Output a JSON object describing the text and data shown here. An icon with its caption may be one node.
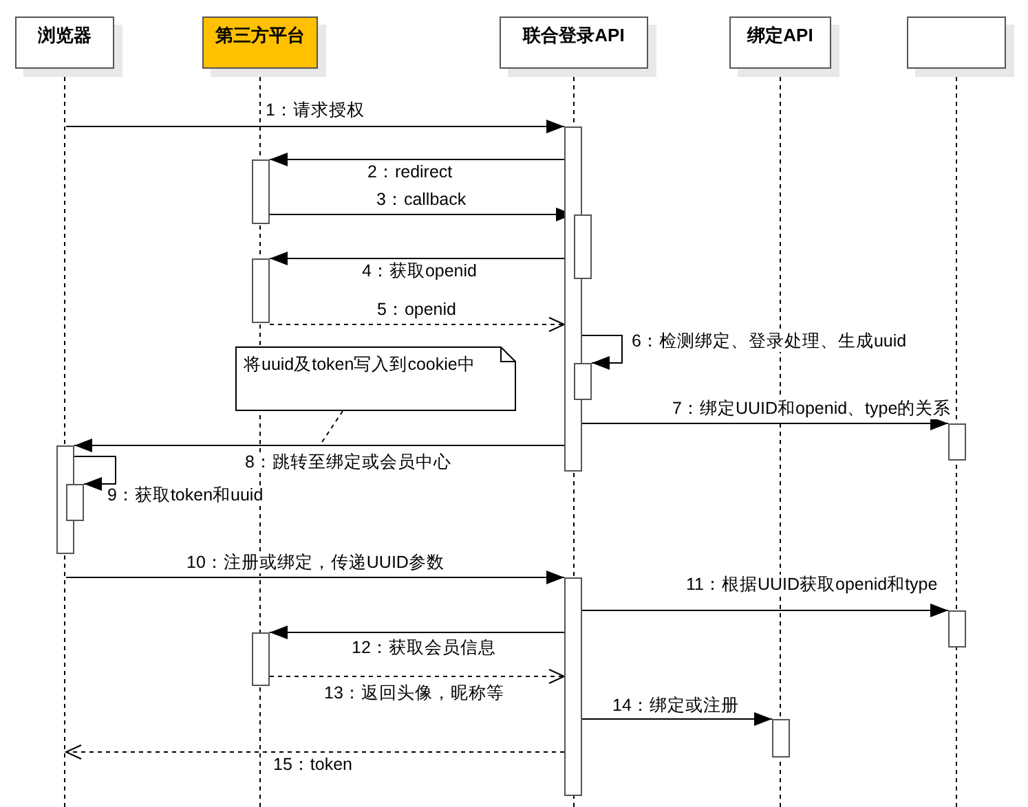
{
  "diagram": {
    "nodes": [
      {
        "text": [
          "浏览器"
        ]
      },
      {
        "text": [
          "第三方平台"
        ]
      },
      {
        "text": [
          "联合登录API"
        ]
      },
      {
        "text": [
          "绑定API"
        ]
      },
      {
        "text": [],
        "shape": "box"
      },
      {
        "text": [],
        "shape": "bar"
      },
      {
        "text": [],
        "shape": "bar"
      },
      {
        "text": [],
        "shape": "bar"
      },
      {
        "text": [],
        "shape": "bar"
      },
      {
        "text": [],
        "shape": "bar"
      },
      {
        "text": [],
        "shape": "bar"
      },
      {
        "text": [],
        "shape": "bar"
      },
      {
        "text": [],
        "shape": "bar"
      },
      {
        "text": [],
        "shape": "bar"
      },
      {
        "text": [],
        "shape": "bar"
      },
      {
        "text": [],
        "shape": "bar"
      },
      {
        "text": [],
        "shape": "bar"
      },
      {
        "text": [
          "将uuid及token写入到cookie中"
        ]
      }
    ],
    "edges": [
      {
        "from": null,
        "to": 5,
        "arrow": "to",
        "label": "1：请求授权"
      },
      {
        "from": 5,
        "to": 6,
        "arrow": "to",
        "label": "2：redirect"
      },
      {
        "from": 6,
        "to": 7,
        "arrow": "to",
        "label": "3：callback"
      },
      {
        "from": 7,
        "to": 8,
        "arrow": "to",
        "label": "4：获取openid"
      },
      {
        "from": 8,
        "to": 5,
        "arrow": "to",
        "label": "5：openid",
        "style": "dashed"
      },
      {
        "from": 5,
        "to": 9,
        "arrow": "to",
        "label": "6：检测绑定、登录处理、生成uuid"
      },
      {
        "from": 5,
        "to": 10,
        "arrow": "to",
        "label": "7：绑定UUID和openid、type的关系"
      },
      {
        "from": 5,
        "to": 11,
        "arrow": "to",
        "label": "8：跳转至绑定或会员中心"
      },
      {
        "from": 11,
        "to": 12,
        "arrow": "to",
        "label": "9：获取token和uuid"
      },
      {
        "from": null,
        "to": 13,
        "arrow": "to",
        "label": "10：注册或绑定，传递UUID参数"
      },
      {
        "from": 13,
        "to": 14,
        "arrow": "to",
        "label": "11：根据UUID获取openid和type"
      },
      {
        "from": 13,
        "to": 15,
        "arrow": "to",
        "label": "12：获取会员信息"
      },
      {
        "from": 15,
        "to": 13,
        "arrow": "to",
        "label": "13：返回头像，昵称等",
        "style": "dashed"
      },
      {
        "from": 13,
        "to": 16,
        "arrow": "to",
        "label": "14：绑定或注册"
      },
      {
        "from": 13,
        "to": null,
        "arrow": "to",
        "label": "15：token",
        "style": "dashed"
      },
      {
        "from": 17,
        "to": null,
        "arrow": "none",
        "style": "dashed"
      }
    ]
  }
}
